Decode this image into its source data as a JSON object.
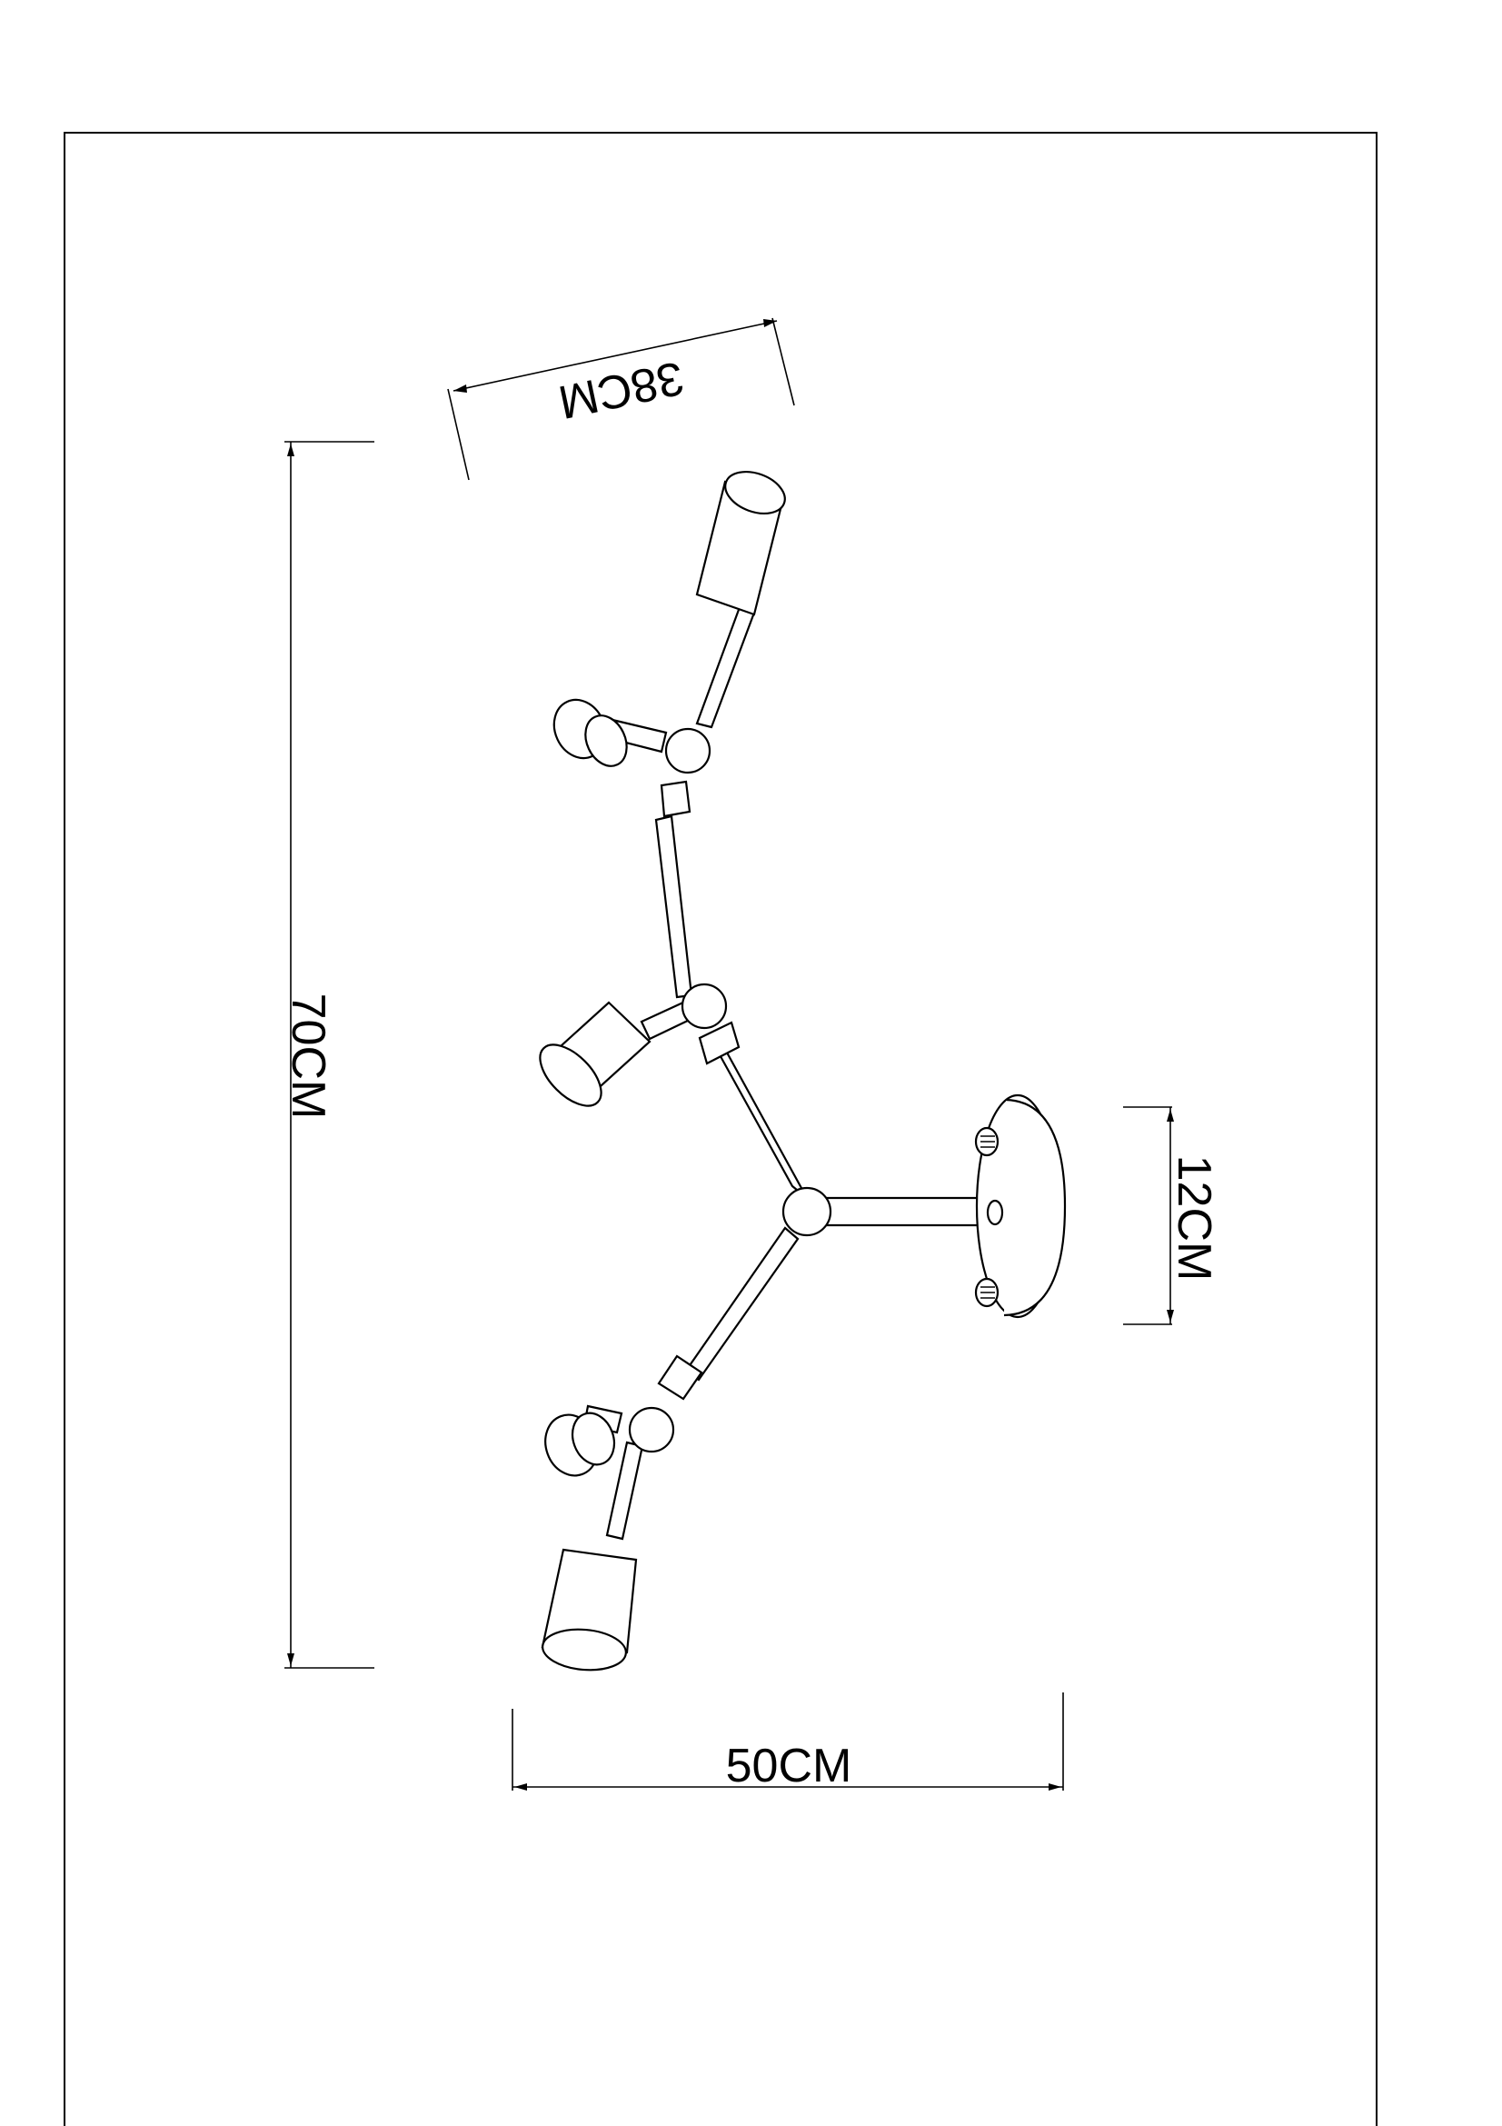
{
  "dimensions": {
    "width": "50CM",
    "height": "70CM",
    "arm_span": "38CM",
    "base_diameter": "12CM"
  }
}
